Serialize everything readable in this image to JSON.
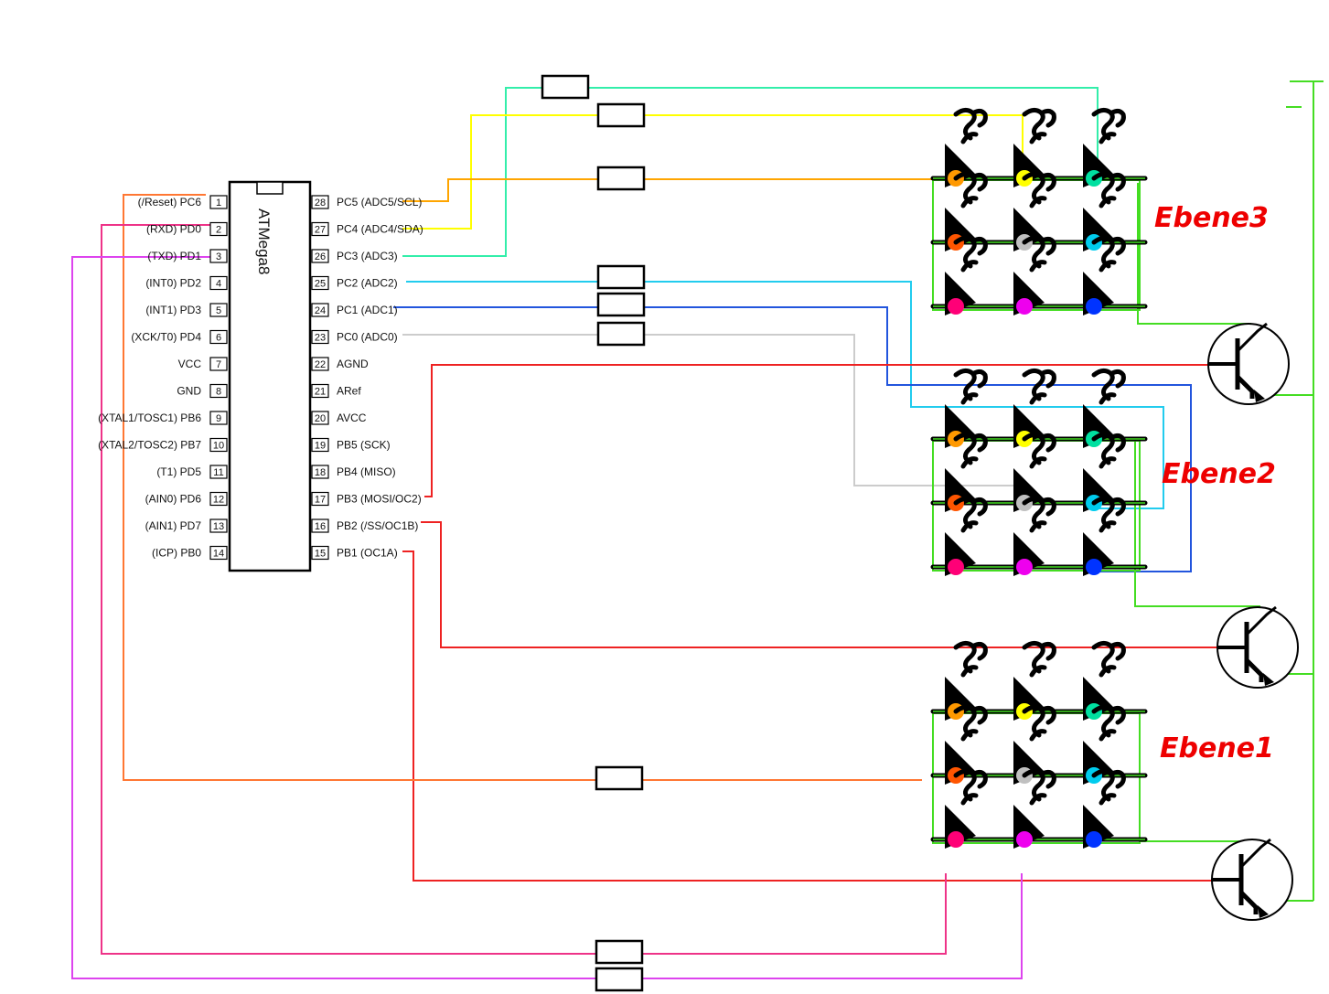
{
  "chip": {
    "name": "ATMega8",
    "left_pins": [
      {
        "num": "1",
        "label": "(/Reset) PC6"
      },
      {
        "num": "2",
        "label": "(RXD) PD0"
      },
      {
        "num": "3",
        "label": "(TXD) PD1"
      },
      {
        "num": "4",
        "label": "(INT0) PD2"
      },
      {
        "num": "5",
        "label": "(INT1) PD3"
      },
      {
        "num": "6",
        "label": "(XCK/T0) PD4"
      },
      {
        "num": "7",
        "label": "VCC"
      },
      {
        "num": "8",
        "label": "GND"
      },
      {
        "num": "9",
        "label": "(XTAL1/TOSC1) PB6"
      },
      {
        "num": "10",
        "label": "(XTAL2/TOSC2) PB7"
      },
      {
        "num": "11",
        "label": "(T1) PD5"
      },
      {
        "num": "12",
        "label": "(AIN0) PD6"
      },
      {
        "num": "13",
        "label": "(AIN1) PD7"
      },
      {
        "num": "14",
        "label": "(ICP) PB0"
      }
    ],
    "right_pins": [
      {
        "num": "28",
        "label": "PC5 (ADC5/SCL)"
      },
      {
        "num": "27",
        "label": "PC4 (ADC4/SDA)"
      },
      {
        "num": "26",
        "label": "PC3 (ADC3)"
      },
      {
        "num": "25",
        "label": "PC2 (ADC2)"
      },
      {
        "num": "24",
        "label": "PC1 (ADC1)"
      },
      {
        "num": "23",
        "label": "PC0 (ADC0)"
      },
      {
        "num": "22",
        "label": "AGND"
      },
      {
        "num": "21",
        "label": "ARef"
      },
      {
        "num": "20",
        "label": "AVCC"
      },
      {
        "num": "19",
        "label": "PB5 (SCK)"
      },
      {
        "num": "18",
        "label": "PB4 (MISO)"
      },
      {
        "num": "17",
        "label": "PB3 (MOSI/OC2)"
      },
      {
        "num": "16",
        "label": "PB2 (/SS/OC1B)"
      },
      {
        "num": "15",
        "label": "PB1 (OC1A)"
      }
    ]
  },
  "layers": [
    {
      "label": "Ebene3"
    },
    {
      "label": "Ebene2"
    },
    {
      "label": "Ebene1"
    }
  ],
  "led_colors": [
    [
      "#ff9900",
      "#ffff00",
      "#00e0a0"
    ],
    [
      "#ff5500",
      "#c0c0c0",
      "#00ccee"
    ],
    [
      "#ff0077",
      "#ee00ee",
      "#0033ff"
    ]
  ],
  "wire_colors": {
    "pc5": "#ffa500",
    "pc4": "#ffff00",
    "pc3": "#33eeaa",
    "pc2": "#22ccee",
    "pc1": "#2255dd",
    "pc0": "#cccccc",
    "pb_lines": "#ee2222",
    "pc6": "#ff7733",
    "pd0": "#ee3388",
    "pd1": "#dd44ee",
    "layer_bus": "#44dd22"
  }
}
